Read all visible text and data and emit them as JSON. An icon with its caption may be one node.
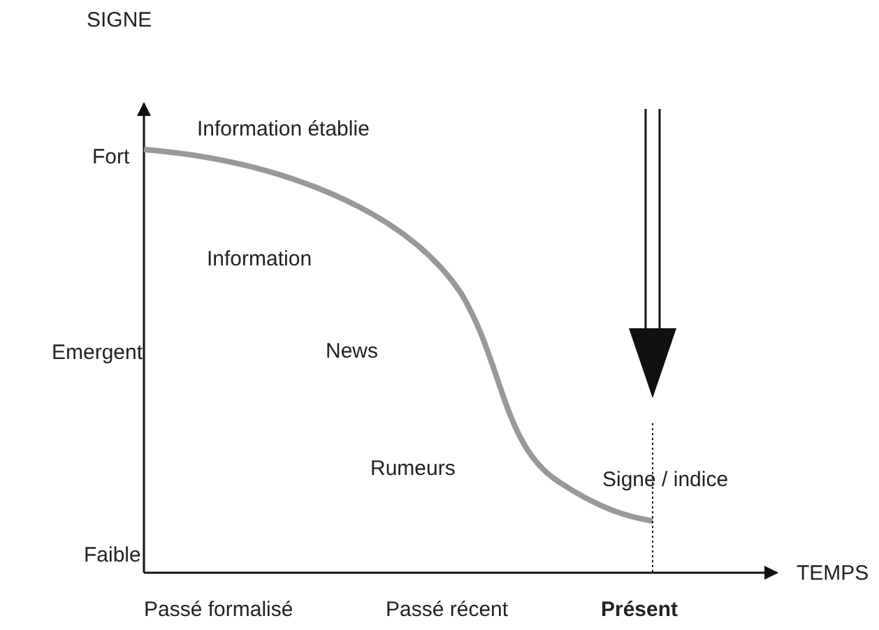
{
  "diagram": {
    "labels": [
      "SIGNE",
      "Information établie",
      "Fort",
      "Information",
      "Emergent",
      "News",
      "Rumeurs",
      "Signe / indice",
      "Faible",
      "TEMPS",
      "Passé formalisé",
      "Passé récent",
      "Présent"
    ]
  }
}
